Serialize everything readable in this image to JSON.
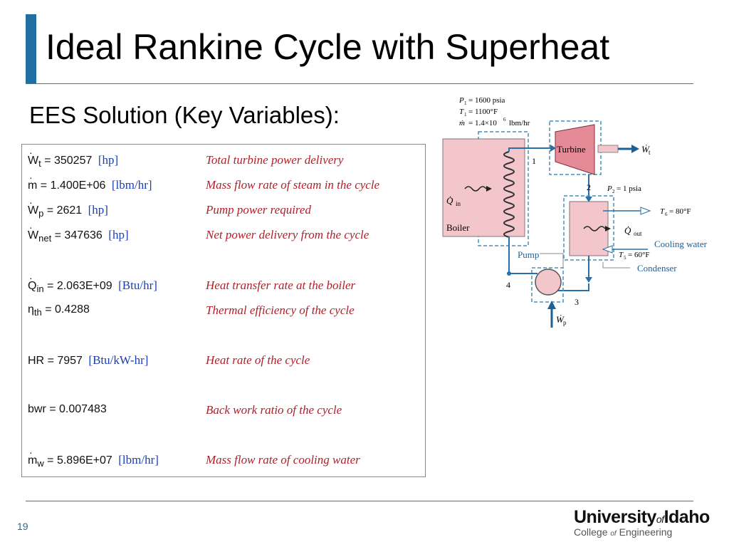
{
  "slide": {
    "title": "Ideal Rankine Cycle with Superheat",
    "subtitle": "EES Solution (Key Variables):",
    "page_number": "19"
  },
  "ees_rows": [
    {
      "sym": "W",
      "dot": "·",
      "sub": "t",
      "value": "= 350257",
      "unit": "[hp]",
      "desc": "Total turbine power delivery"
    },
    {
      "sym": "m",
      "dot": "·",
      "sub": "",
      "value": "= 1.400E+06",
      "unit": "[lbm/hr]",
      "desc": "Mass flow rate of steam in the cycle"
    },
    {
      "sym": "W",
      "dot": "·",
      "sub": "p",
      "value": "= 2621",
      "unit": "[hp]",
      "desc": "Pump power required"
    },
    {
      "sym": "W",
      "dot": "·",
      "sub": "net",
      "value": "= 347636",
      "unit": "[hp]",
      "desc": "Net power delivery from the cycle"
    },
    {
      "sym": "Q",
      "dot": "·",
      "sub": "in",
      "value": "= 2.063E+09",
      "unit": "[Btu/hr]",
      "desc": "Heat transfer rate at the boiler"
    },
    {
      "sym": "η",
      "dot": "",
      "sub": "th",
      "value": "= 0.4288",
      "unit": "",
      "desc": "Thermal efficiency of the cycle"
    },
    {
      "sym": "HR",
      "dot": "",
      "sub": "",
      "value": "= 7957",
      "unit": "[Btu/kW-hr]",
      "desc": "Heat rate of the cycle"
    },
    {
      "sym": "bwr",
      "dot": "",
      "sub": "",
      "value": "= 0.007483",
      "unit": "",
      "desc": "Back work ratio of the cycle"
    },
    {
      "sym": "m",
      "dot": "·",
      "sub": "w",
      "value": "= 5.896E+07",
      "unit": "[lbm/hr]",
      "desc": "Mass flow rate of cooling water"
    }
  ],
  "diagram": {
    "p1": "P",
    "p1_sub": "1",
    "p1_val": "= 1600 psia",
    "t1": "T",
    "t1_sub": "1",
    "t1_val": "= 1100°F",
    "m": "ṁ",
    "m_val": "= 1.4×10",
    "m_exp": "6",
    "m_unit": "lbm/hr",
    "turbine": "Turbine",
    "wt": "Ẇ",
    "wt_sub": "t",
    "boiler": "Boiler",
    "qin": "Q̇",
    "qin_sub": "in",
    "p2": "P",
    "p2_sub": "2",
    "p2_val": "= 1 psia",
    "t6": "T",
    "t6_sub": "6",
    "t6_val": "= 80°F",
    "qout": "Q̇",
    "qout_sub": "out",
    "cooling_water": "Cooling water",
    "t5": "T",
    "t5_sub": "5",
    "t5_val": "= 60°F",
    "condenser": "Condenser",
    "pump": "Pump",
    "wp": "Ẇ",
    "wp_sub": "p",
    "state1": "1",
    "state2": "2",
    "state3": "3",
    "state4": "4"
  },
  "logo": {
    "main_a": "University",
    "main_of": "of",
    "main_b": "Idaho",
    "sub_a": "College ",
    "sub_of": "of",
    "sub_b": " Engineering"
  },
  "colors": {
    "accent": "#1f6fa0",
    "desc_red": "#b0202a",
    "unit_blue": "#1a3fb0",
    "component_fill": "#f2c6cb",
    "dash_blue": "#4a8db8"
  }
}
